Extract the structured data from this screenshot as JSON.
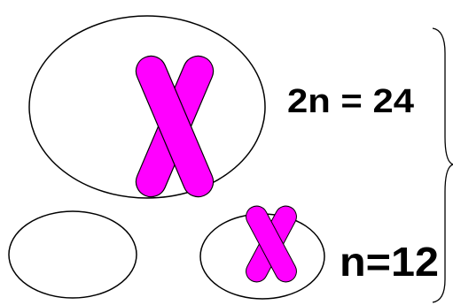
{
  "labels": {
    "diploid": "2n = 24",
    "haploid": "n=12"
  },
  "colors": {
    "chromosome_fill": "#ff00ff",
    "outline": "#000000",
    "background": "#ffffff"
  },
  "shapes": {
    "cell_large": "parent-cell",
    "cell_small_left": "daughter-cell-empty",
    "cell_small_right": "daughter-cell-with-chromosome",
    "chromosome": "x-shaped-chromosome",
    "bracket": "right-curly-brace"
  }
}
